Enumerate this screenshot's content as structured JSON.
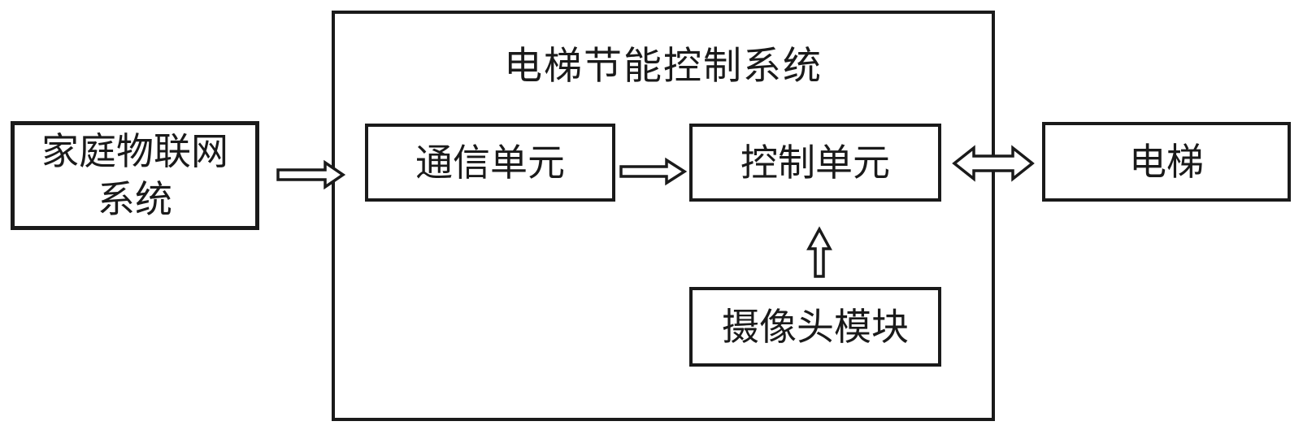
{
  "diagram": {
    "title": "电梯节能控制系统",
    "nodes": {
      "home_iot": {
        "label": "家庭物联网\n系统"
      },
      "comm_unit": {
        "label": "通信单元"
      },
      "control_unit": {
        "label": "控制单元"
      },
      "camera_module": {
        "label": "摄像头模块"
      },
      "elevator": {
        "label": "电梯"
      }
    },
    "connections": [
      {
        "from": "home_iot",
        "to": "elevator_energy_saving_control_system",
        "type": "single-arrow-right"
      },
      {
        "from": "comm_unit",
        "to": "control_unit",
        "type": "single-arrow-right"
      },
      {
        "from": "camera_module",
        "to": "control_unit",
        "type": "single-arrow-up"
      },
      {
        "from": "elevator_energy_saving_control_system",
        "to": "elevator",
        "type": "double-arrow-horizontal"
      }
    ],
    "colors": {
      "stroke": "#1a1a1a",
      "background": "#ffffff",
      "node_fill": "#ffffff"
    }
  }
}
